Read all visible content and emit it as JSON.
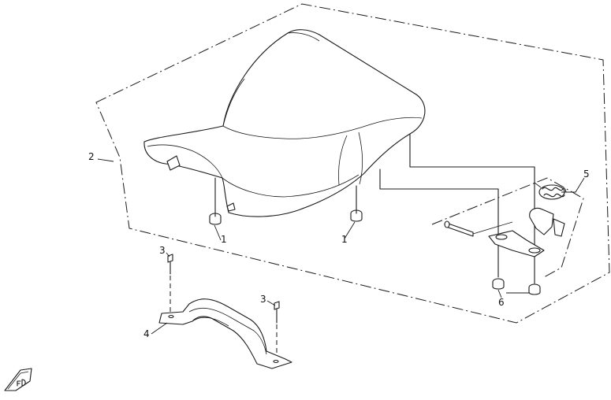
{
  "callouts": [
    {
      "id": "seat-cushion",
      "label": "1"
    },
    {
      "id": "seat-cushion-right",
      "label": "1"
    },
    {
      "id": "seat-assembly",
      "label": "2"
    },
    {
      "id": "bolt-left",
      "label": "3"
    },
    {
      "id": "bolt-right",
      "label": "3"
    },
    {
      "id": "seat-bracket",
      "label": "4"
    },
    {
      "id": "seat-lock",
      "label": "5"
    },
    {
      "id": "nut",
      "label": "6"
    }
  ],
  "logo": {
    "text": "FD"
  }
}
